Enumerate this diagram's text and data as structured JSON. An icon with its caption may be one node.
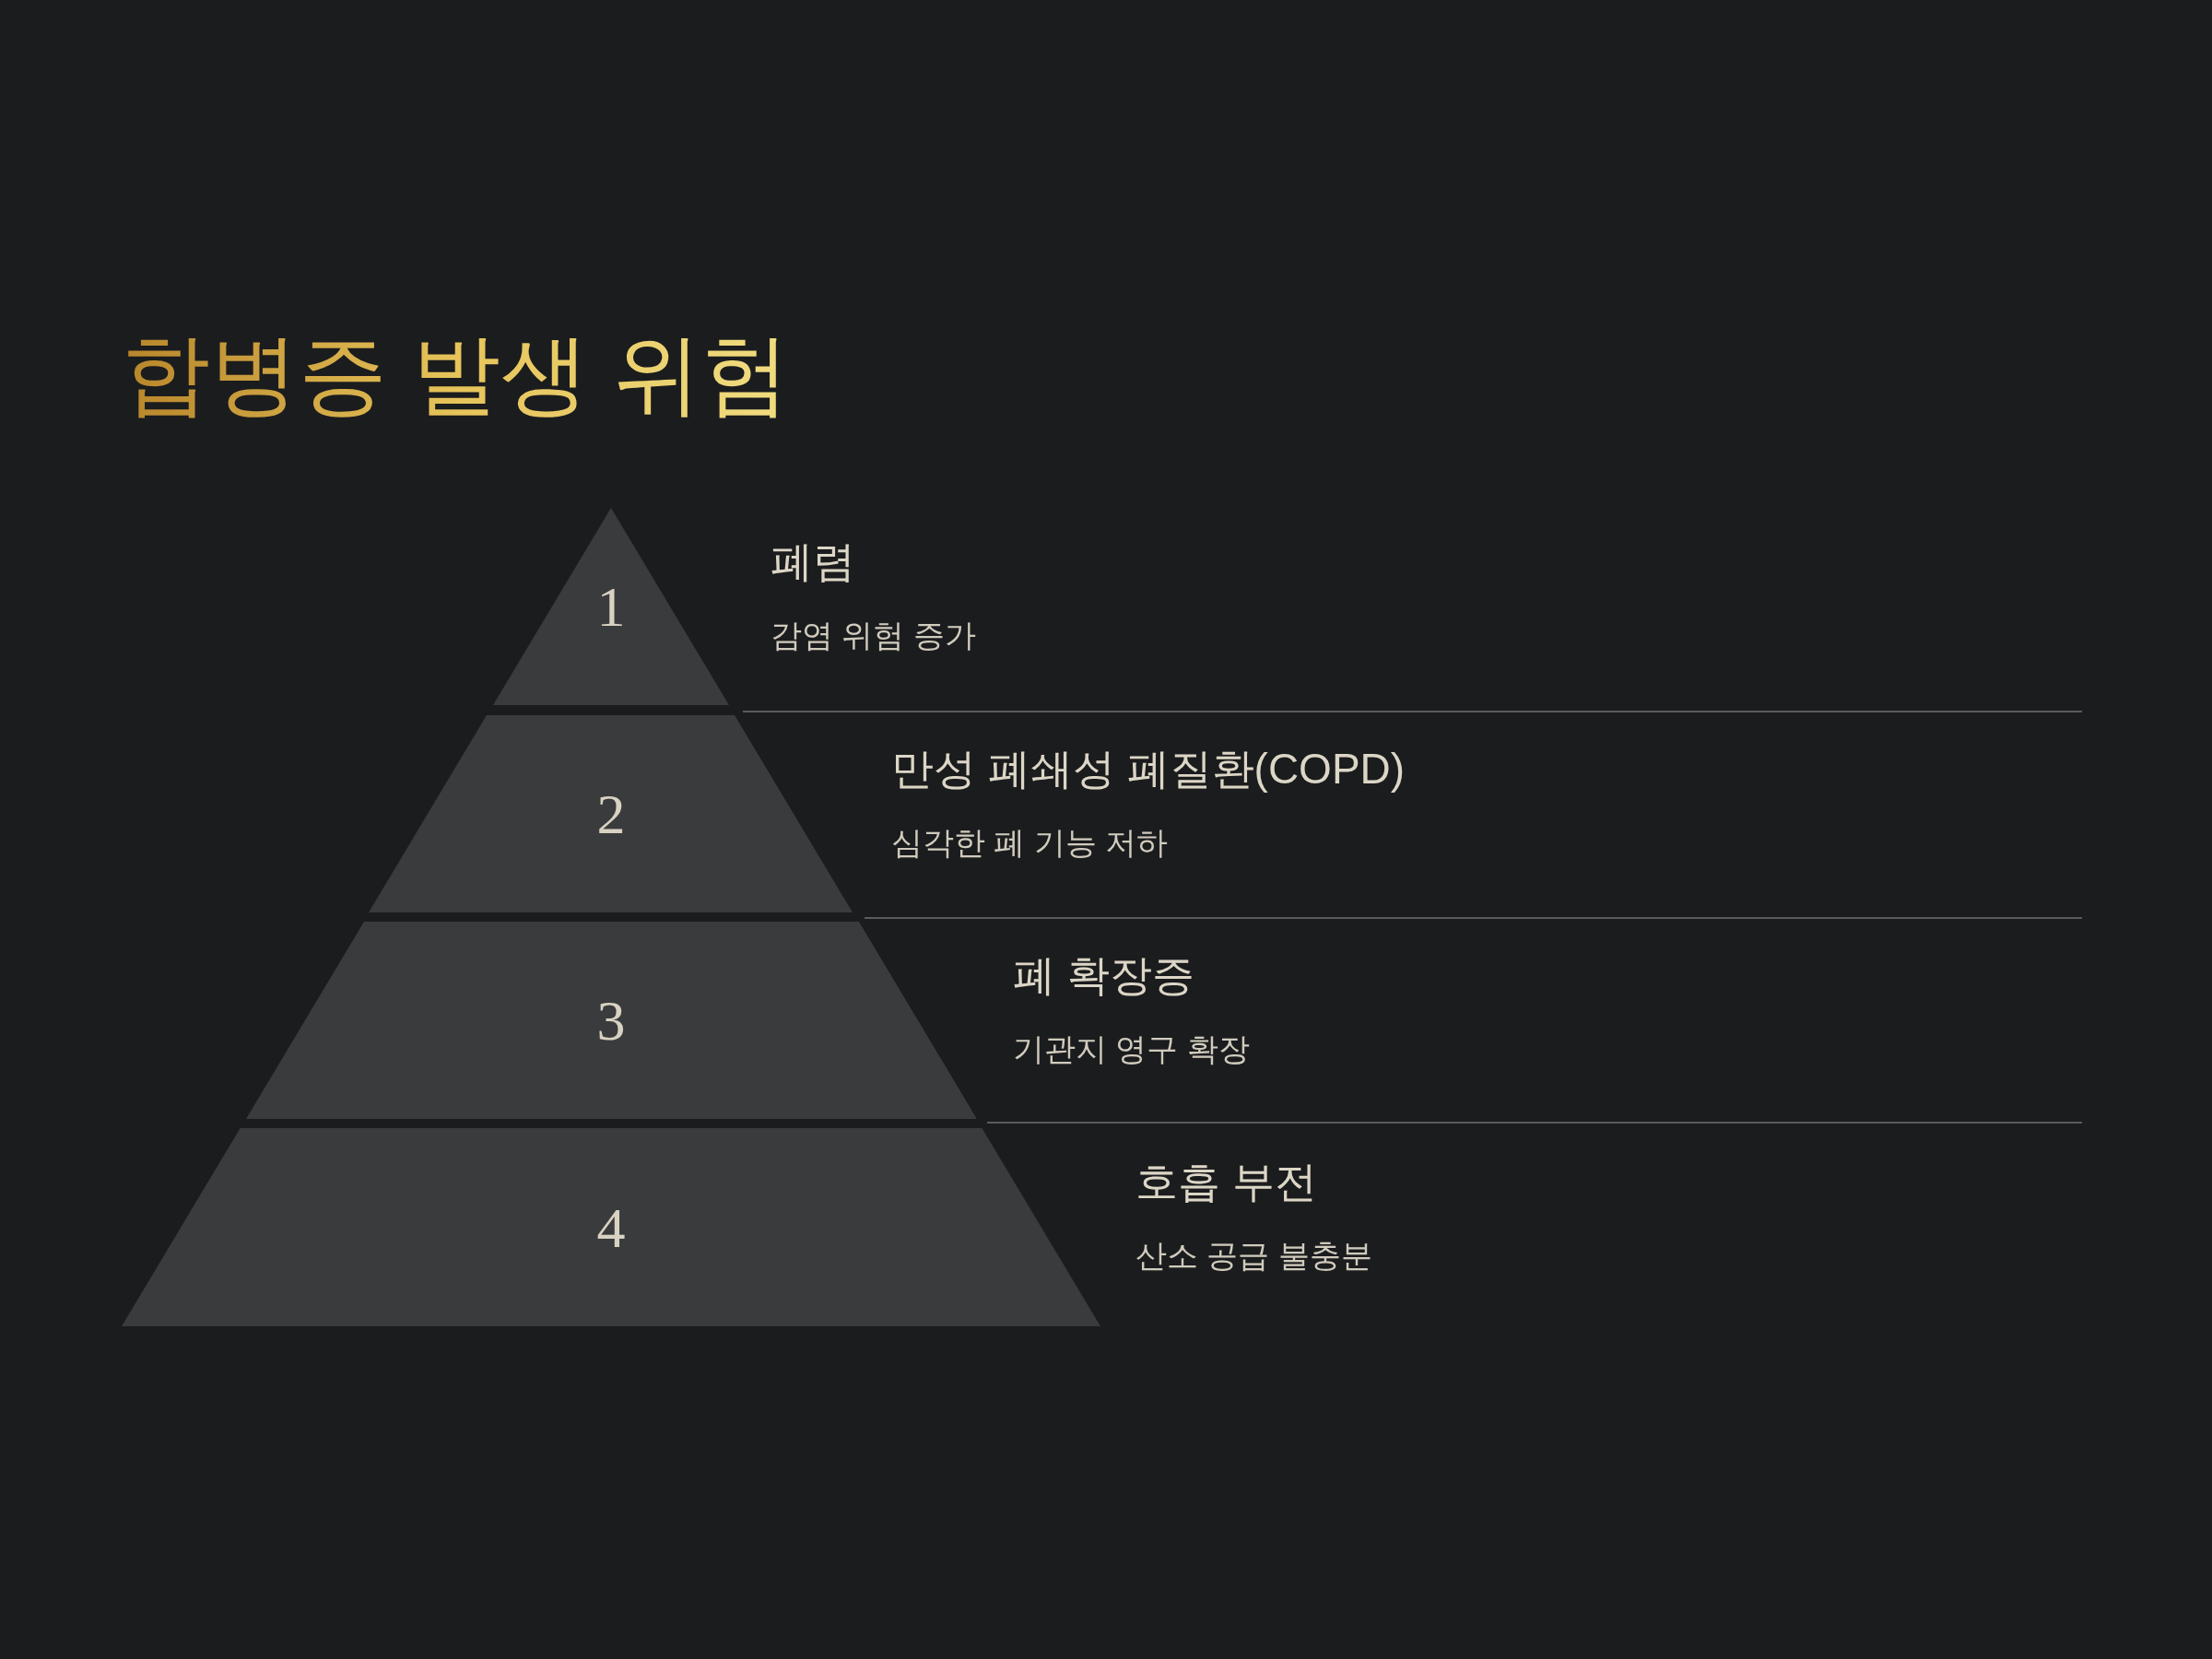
{
  "diagram": {
    "title": "합병증 발생 위험",
    "nodes": [
      {
        "text": [
          "1"
        ],
        "beside": [
          "폐렴",
          "감염 위험 증가"
        ]
      },
      {
        "text": [
          "2"
        ],
        "beside": [
          "만성 폐쇄성 폐질환(COPD)",
          "심각한 폐 기능 저하"
        ]
      },
      {
        "text": [
          "3"
        ],
        "beside": [
          "폐 확장증",
          "기관지 영구 확장"
        ]
      },
      {
        "text": [
          "4"
        ],
        "beside": [
          "호흡 부전",
          "산소 공급 불충분"
        ]
      }
    ]
  }
}
